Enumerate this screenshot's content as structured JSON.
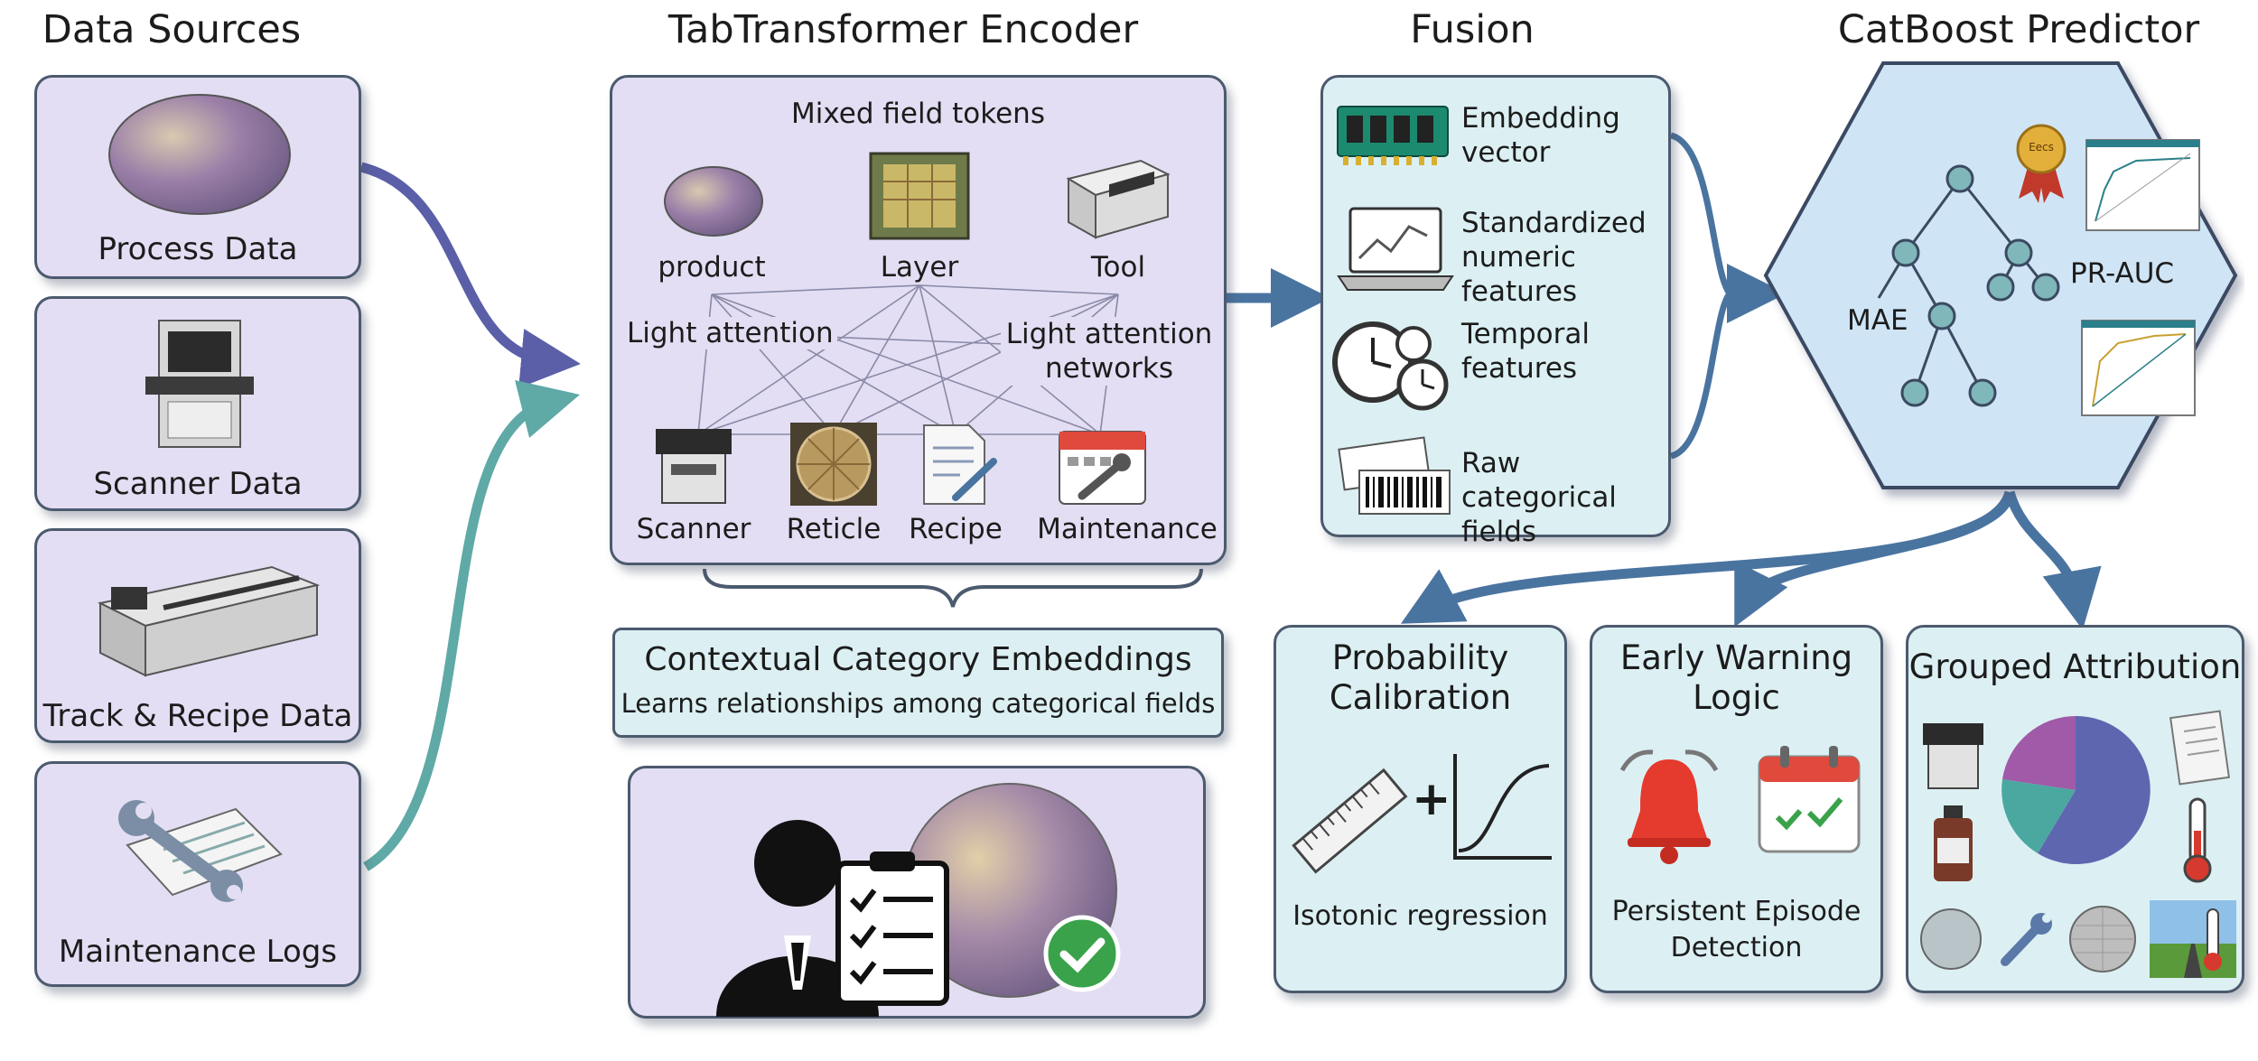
{
  "headers": {
    "data_sources": "Data Sources",
    "encoder": "TabTransformer Encoder",
    "fusion": "Fusion",
    "predictor": "CatBoost Predictor"
  },
  "sources": [
    {
      "label": "Process Data",
      "icon": "wafer-icon"
    },
    {
      "label": "Scanner Data",
      "icon": "scanner-machine-icon"
    },
    {
      "label": "Track & Recipe Data",
      "icon": "track-machine-icon"
    },
    {
      "label": "Maintenance Logs",
      "icon": "wrench-document-icon"
    }
  ],
  "encoder": {
    "title": "Mixed field tokens",
    "top_tokens": [
      "product",
      "Layer",
      "Tool"
    ],
    "bottom_tokens": [
      "Scanner",
      "Reticle",
      "Recipe",
      "Maintenance"
    ],
    "attention_left": "Light attention",
    "attention_right": "Light attention\nnetworks"
  },
  "embeddings": {
    "title": "Contextual Category Embeddings",
    "subtitle": "Learns relationships among categorical fields"
  },
  "fusion": {
    "items": [
      {
        "label": "Embedding\nvector",
        "icon": "memory-chip-icon"
      },
      {
        "label": "Standardized\nnumeric\nfeatures",
        "icon": "laptop-chart-icon"
      },
      {
        "label": "Temporal\nfeatures",
        "icon": "clocks-icon"
      },
      {
        "label": "Raw categorical\nfields",
        "icon": "barcode-icon"
      }
    ]
  },
  "predictor": {
    "mae": "MAE",
    "pr_auc": "PR-AUC",
    "badge": "Eecs"
  },
  "outputs": [
    {
      "title": "Probability\nCalibration",
      "subtitle": "Isotonic regression"
    },
    {
      "title": "Early Warning\nLogic",
      "subtitle": "Persistent Episode\nDetection"
    },
    {
      "title": "Grouped Attribution",
      "subtitle": ""
    }
  ],
  "colors": {
    "panel_purple": "#e3def3",
    "panel_teal": "#dcf0f3",
    "arrow_purple": "#5a5fa8",
    "arrow_teal": "#5fa9a6",
    "arrow_blue": "#4a74a0",
    "tree_node": "#7fb7ba",
    "check_green": "#3aa24a",
    "bell_red": "#e53a2e"
  }
}
